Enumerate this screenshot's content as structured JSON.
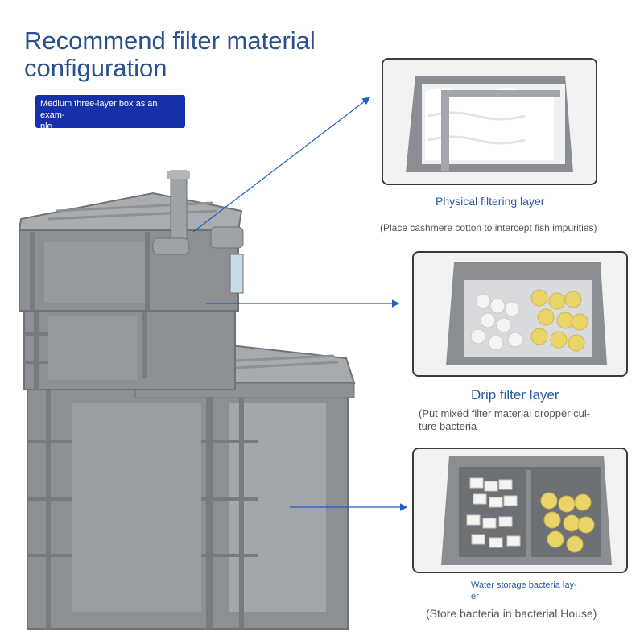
{
  "title_line1": "Recommend filter material",
  "title_line2": "configuration",
  "badge": {
    "line1": "Medium three-layer box as an exam-",
    "line2": "ple"
  },
  "layers": [
    {
      "name": "Physical filtering layer",
      "note": "(Place cashmere cotton to intercept fish impurities)"
    },
    {
      "name": "Drip filter layer",
      "note_line1": "(Put mixed filter material dropper cul-",
      "note_line2": "ture bacteria"
    },
    {
      "name_line1": "Water storage bacteria lay-",
      "name_line2": "er",
      "note": "(Store bacteria in bacterial House)"
    }
  ],
  "colors": {
    "title": "#2b4f8c",
    "badge_bg": "#1530a8",
    "arrow": "#1f5fc0",
    "caption": "#2b5aa0",
    "box_gray": "#8a8d90"
  }
}
